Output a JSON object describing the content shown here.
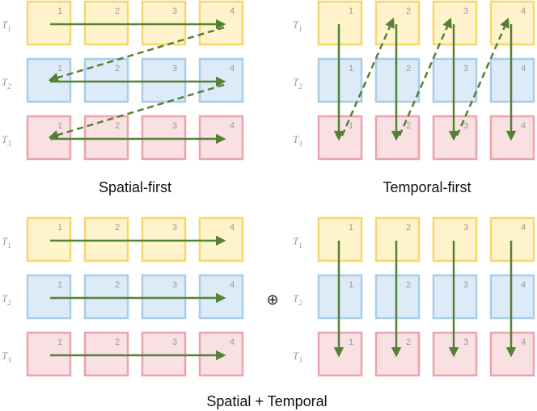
{
  "panels": [
    {
      "id": "spatial-first",
      "caption": "Spatial-first",
      "row_labels": [
        {
          "base": "T",
          "sub": "1"
        },
        {
          "base": "T",
          "sub": "2"
        },
        {
          "base": "T",
          "sub": "3"
        }
      ],
      "col_labels": [
        "1",
        "2",
        "3",
        "4"
      ],
      "scan_order": "spatial-first"
    },
    {
      "id": "temporal-first",
      "caption": "Temporal-first",
      "row_labels": [
        {
          "base": "T",
          "sub": "1"
        },
        {
          "base": "T",
          "sub": "2"
        },
        {
          "base": "T",
          "sub": "3"
        }
      ],
      "col_labels": [
        "1",
        "2",
        "3",
        "4"
      ],
      "scan_order": "temporal-first"
    },
    {
      "id": "spatial-part",
      "caption": "",
      "row_labels": [
        {
          "base": "T",
          "sub": "1"
        },
        {
          "base": "T",
          "sub": "2"
        },
        {
          "base": "T",
          "sub": "3"
        }
      ],
      "col_labels": [
        "1",
        "2",
        "3",
        "4"
      ],
      "scan_order": "spatial"
    },
    {
      "id": "temporal-part",
      "caption": "",
      "row_labels": [
        {
          "base": "T",
          "sub": "1"
        },
        {
          "base": "T",
          "sub": "2"
        },
        {
          "base": "T",
          "sub": "3"
        }
      ],
      "col_labels": [
        "1",
        "2",
        "3",
        "4"
      ],
      "scan_order": "temporal"
    }
  ],
  "combined_caption": "Spatial + Temporal",
  "operator_symbol": "⊕",
  "colors": {
    "row_fills": [
      "#fff3cc",
      "#dcebf7",
      "#f9e0e3"
    ],
    "row_strokes": [
      "#f6d86a",
      "#a8cde8",
      "#eba3ad"
    ],
    "arrow": "#548235"
  }
}
